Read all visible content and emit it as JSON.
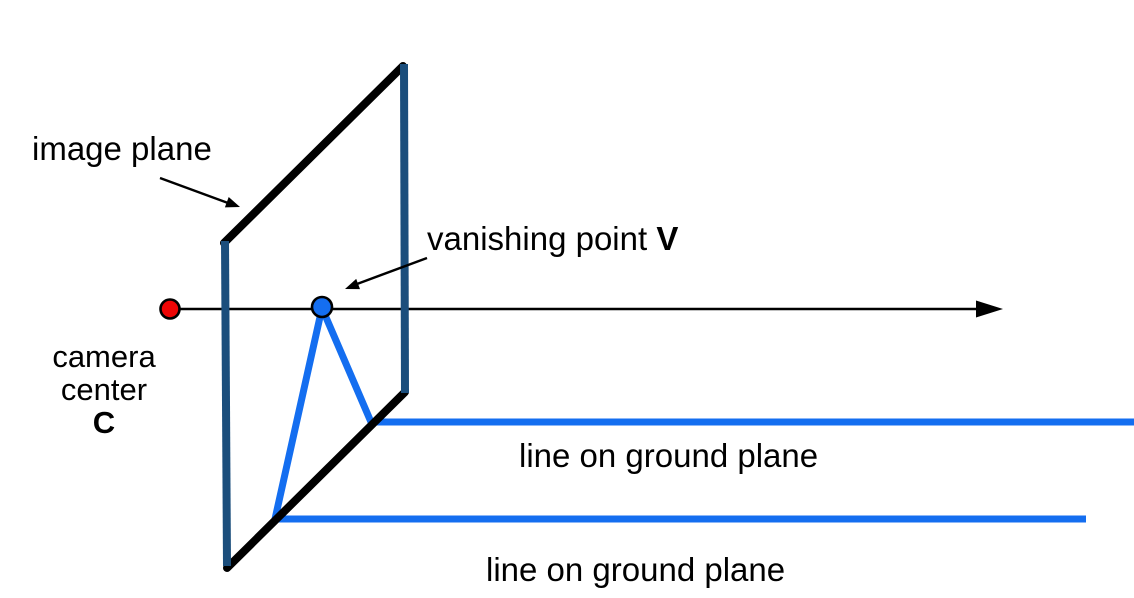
{
  "figure": {
    "description": "Perspective projection diagram: camera center, image plane, vanishing point and two parallel lines on the ground plane"
  },
  "labels": {
    "image_plane": "image plane",
    "camera_center": {
      "line1": "camera",
      "line2": "center",
      "symbol": "C"
    },
    "vanishing_point": {
      "text": "vanishing point",
      "symbol": "V"
    },
    "ground_line_upper": "line on ground plane",
    "ground_line_lower": "line on ground plane"
  },
  "colors": {
    "background": "#ffffff",
    "plane_edge_diagonal": "#000000",
    "plane_edge_vertical": "#1B4E7C",
    "ground_line_blue": "#146EF0",
    "vanishing_point_fill": "#146EF0",
    "camera_center_fill": "#EE0505",
    "axis_and_arrows": "#000000",
    "dot_outline": "#000000",
    "text": "#000000"
  }
}
